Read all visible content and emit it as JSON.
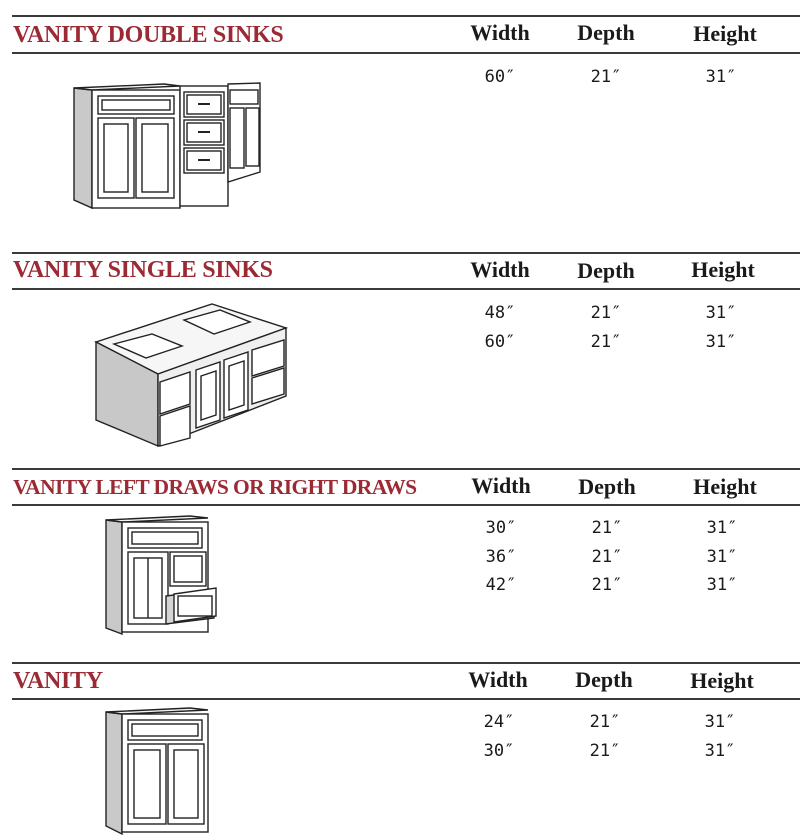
{
  "columns": {
    "width": "Width",
    "depth": "Depth",
    "height": "Height"
  },
  "sections": [
    {
      "title": "VANITY DOUBLE SINKS",
      "illustration": "double-sink-vanity-icon",
      "rows": [
        {
          "width": "60″",
          "depth": "21″",
          "height": "31″"
        }
      ]
    },
    {
      "title": "VANITY SINGLE SINKS",
      "illustration": "single-sink-vanity-icon",
      "rows": [
        {
          "width": "48″",
          "depth": "21″",
          "height": "31″"
        },
        {
          "width": "60″",
          "depth": "21″",
          "height": "31″"
        }
      ]
    },
    {
      "title": "VANITY LEFT DRAWS OR RIGHT DRAWS",
      "illustration": "drawer-vanity-icon",
      "rows": [
        {
          "width": "30″",
          "depth": "21″",
          "height": "31″"
        },
        {
          "width": "36″",
          "depth": "21″",
          "height": "31″"
        },
        {
          "width": "42″",
          "depth": "21″",
          "height": "31″"
        }
      ]
    },
    {
      "title": "VANITY",
      "illustration": "vanity-icon",
      "rows": [
        {
          "width": "24″",
          "depth": "21″",
          "height": "31″"
        },
        {
          "width": "30″",
          "depth": "21″",
          "height": "31″"
        }
      ]
    }
  ],
  "colors": {
    "title": "#9b2a35",
    "rule": "#3a3a3a",
    "text": "#1a1a1a"
  }
}
